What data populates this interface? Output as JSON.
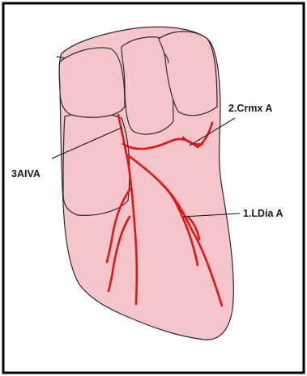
{
  "labels": {
    "aiva": "3AIVA",
    "crmx": "2.Crmx A",
    "ldia": "1.LDia A"
  },
  "colors": {
    "tissue_fill": "#f6c5cc",
    "outline": "#2b2b2b",
    "vessel": "#e01616",
    "frame": "#000000"
  }
}
